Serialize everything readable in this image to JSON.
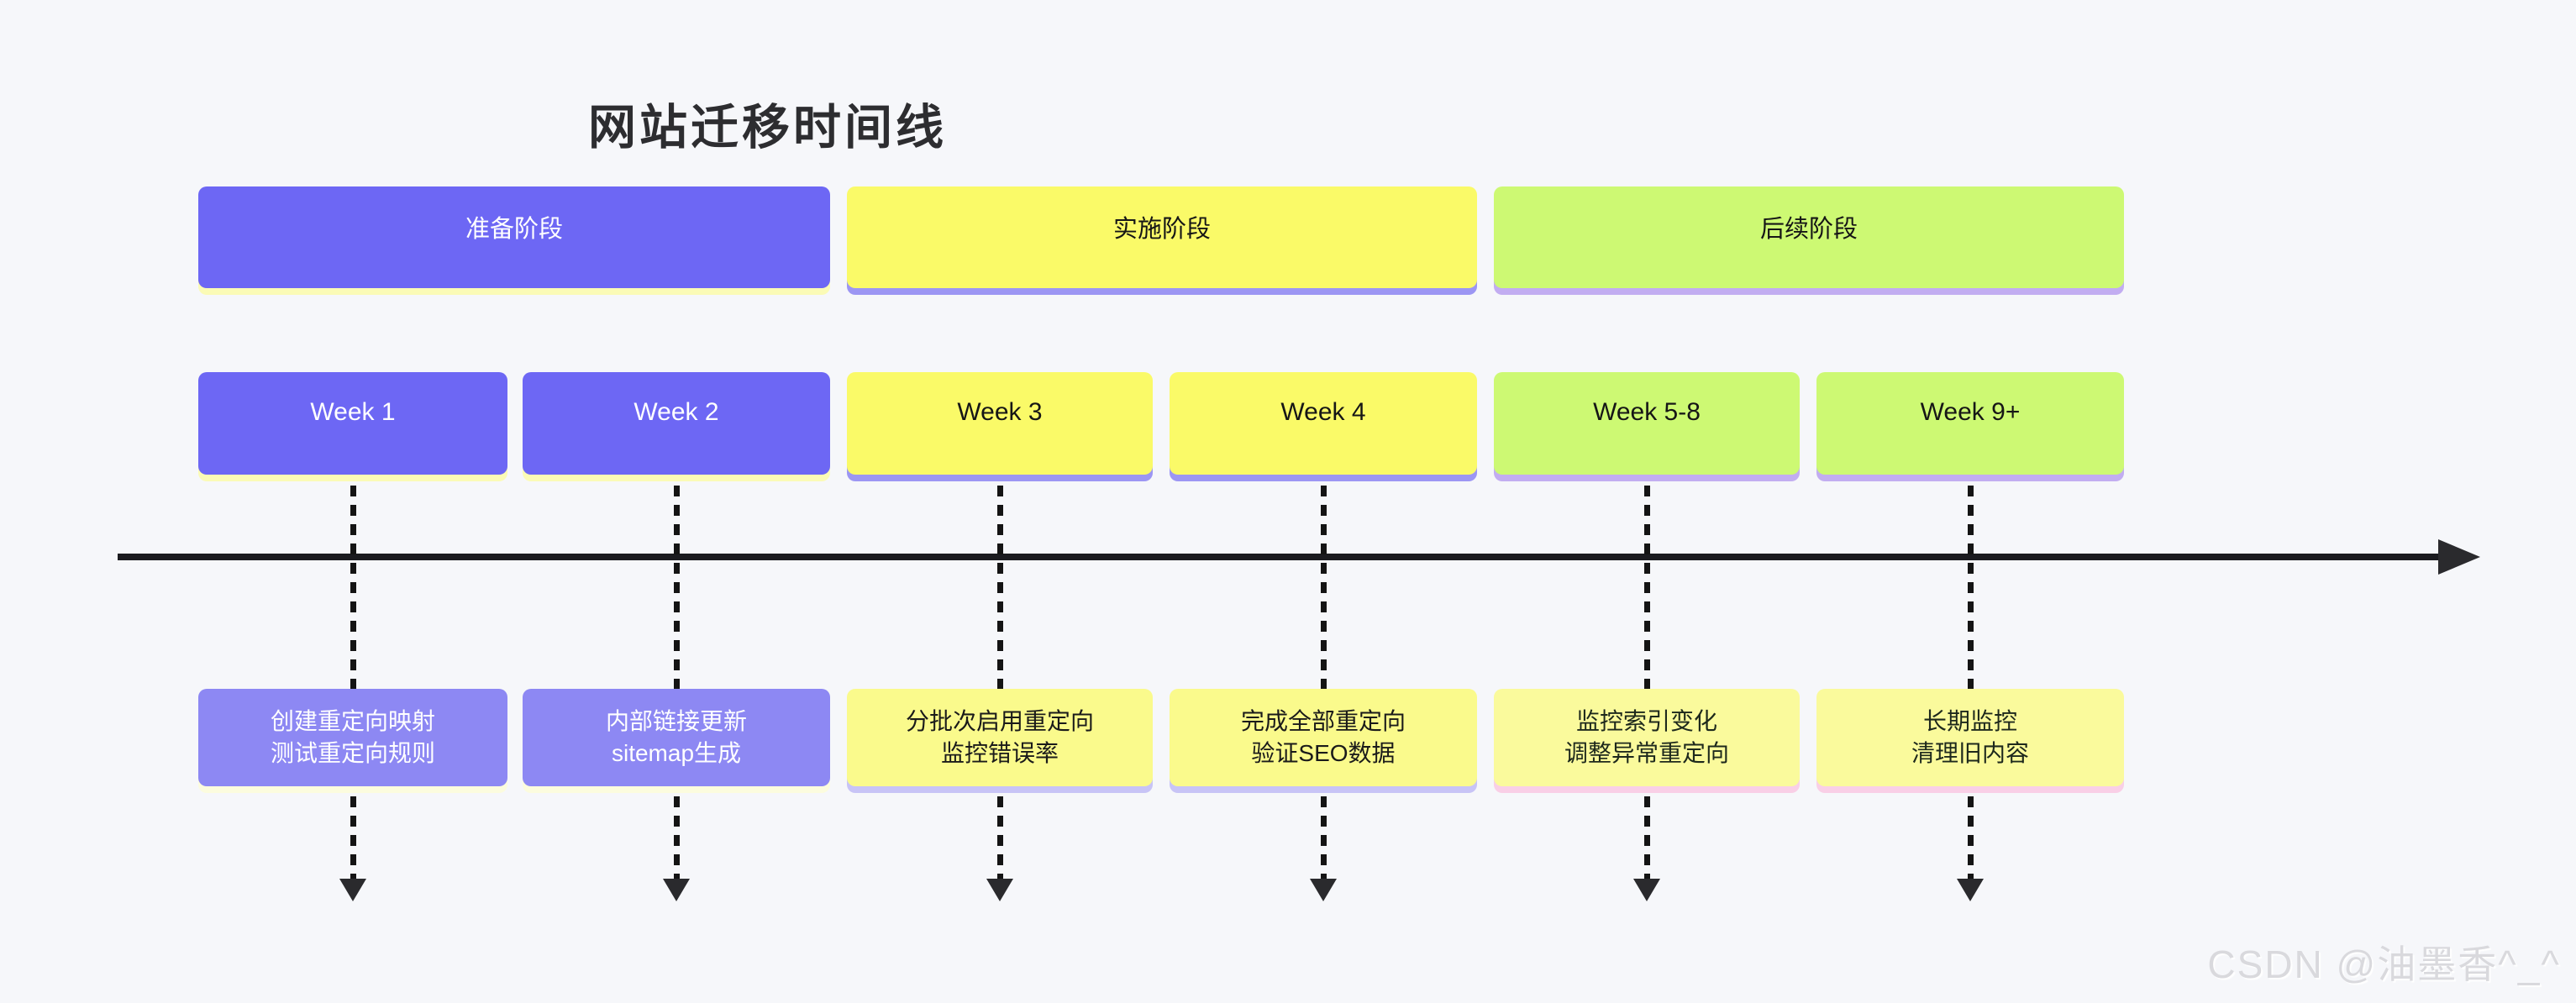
{
  "title": "网站迁移时间线",
  "watermark": "CSDN @油墨香^_^",
  "colors": {
    "background": "#F6F7FA",
    "purple": "#6D67F4",
    "purple_light": "#8D88F3",
    "yellow": "#FAFA68",
    "yellow_light": "#FAFA8C",
    "yellow_pale": "#FAFA9C",
    "green": "#CDF973",
    "axis": "#1b1b1f",
    "shadow_yellowish": "#FBFBB6",
    "shadow_cream": "#FCFCDE",
    "shadow_purple": "#9C96F3",
    "shadow_lavender": "#C8C4F6",
    "shadow_violet": "#C2ADF1",
    "shadow_pink": "#F9CFE6"
  },
  "phases": [
    {
      "label": "准备阶段",
      "bg": "#6D67F4",
      "text": "#ffffff",
      "shadow": "#FBFBB6"
    },
    {
      "label": "实施阶段",
      "bg": "#FAFA68",
      "text": "#161616",
      "shadow": "#9C96F3"
    },
    {
      "label": "后续阶段",
      "bg": "#CDF973",
      "text": "#161616",
      "shadow": "#C2ADF1"
    }
  ],
  "weeks": [
    {
      "label": "Week 1",
      "bg": "#6D67F4",
      "text": "#ffffff",
      "shadow": "#FBFBB6"
    },
    {
      "label": "Week 2",
      "bg": "#6D67F4",
      "text": "#ffffff",
      "shadow": "#FBFBB6"
    },
    {
      "label": "Week 3",
      "bg": "#FAFA68",
      "text": "#161616",
      "shadow": "#9C96F3"
    },
    {
      "label": "Week 4",
      "bg": "#FAFA68",
      "text": "#161616",
      "shadow": "#9C96F3"
    },
    {
      "label": "Week 5-8",
      "bg": "#CDF973",
      "text": "#161616",
      "shadow": "#C2ADF1"
    },
    {
      "label": "Week 9+",
      "bg": "#CDF973",
      "text": "#161616",
      "shadow": "#C2ADF1"
    }
  ],
  "tasks": [
    {
      "lines": [
        "创建重定向映射",
        "测试重定向规则"
      ],
      "bg": "#8D88F3",
      "text": "#ffffff",
      "shadow": "#FCFCDE"
    },
    {
      "lines": [
        "内部链接更新",
        "sitemap生成"
      ],
      "bg": "#8D88F3",
      "text": "#ffffff",
      "shadow": "#FCFCDE"
    },
    {
      "lines": [
        "分批次启用重定向",
        "监控错误率"
      ],
      "bg": "#FAFA8C",
      "text": "#1a1a1a",
      "shadow": "#C8C4F6"
    },
    {
      "lines": [
        "完成全部重定向",
        "验证SEO数据"
      ],
      "bg": "#FAFA8C",
      "text": "#1a1a1a",
      "shadow": "#C8C4F6"
    },
    {
      "lines": [
        "监控索引变化",
        "调整异常重定向"
      ],
      "bg": "#FAFA9C",
      "text": "#1d281c",
      "shadow": "#F9CFE6"
    },
    {
      "lines": [
        "长期监控",
        "清理旧内容"
      ],
      "bg": "#FAFA9C",
      "text": "#1d281c",
      "shadow": "#F9CFE6"
    }
  ]
}
